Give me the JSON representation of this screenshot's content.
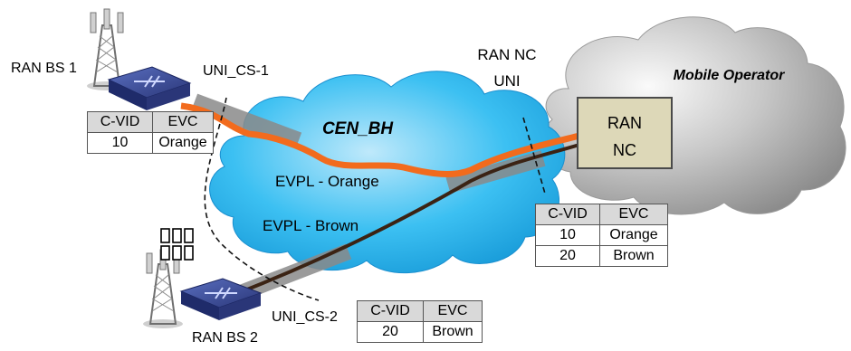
{
  "labels": {
    "ran_bs1": "RAN BS 1",
    "ran_bs2": "RAN BS 2",
    "uni_cs1": "UNI_CS-1",
    "uni_cs2": "UNI_CS-2",
    "ran_nc_uni_line1": "RAN NC",
    "ran_nc_uni_line2": "UNI",
    "mobile_operator": "Mobile Operator",
    "cen_bh": "CEN_BH",
    "evpl_orange": "EVPL - Orange",
    "evpl_brown": "EVPL - Brown",
    "ran_nc_box_line1": "RAN",
    "ran_nc_box_line2": "NC"
  },
  "tables": {
    "ran_bs1": {
      "headers": [
        "C-VID",
        "EVC"
      ],
      "rows": [
        [
          "10",
          "Orange"
        ]
      ]
    },
    "ran_nc": {
      "headers": [
        "C-VID",
        "EVC"
      ],
      "rows": [
        [
          "10",
          "Orange"
        ],
        [
          "20",
          "Brown"
        ]
      ]
    },
    "ran_bs2": {
      "headers": [
        "C-VID",
        "EVC"
      ],
      "rows": [
        [
          "20",
          "Brown"
        ]
      ]
    }
  },
  "colors": {
    "cen_cloud": "#29b6f0",
    "operator_cloud": "#a6a6a6",
    "evc_orange": "#f26b1d",
    "evc_brown": "#3b2314",
    "ran_nc_box": "#ddd8b8",
    "router_body": "#2f3e8f"
  },
  "icons": [
    "antenna-tower-icon",
    "router-icon",
    "dashed-arc-icon"
  ]
}
